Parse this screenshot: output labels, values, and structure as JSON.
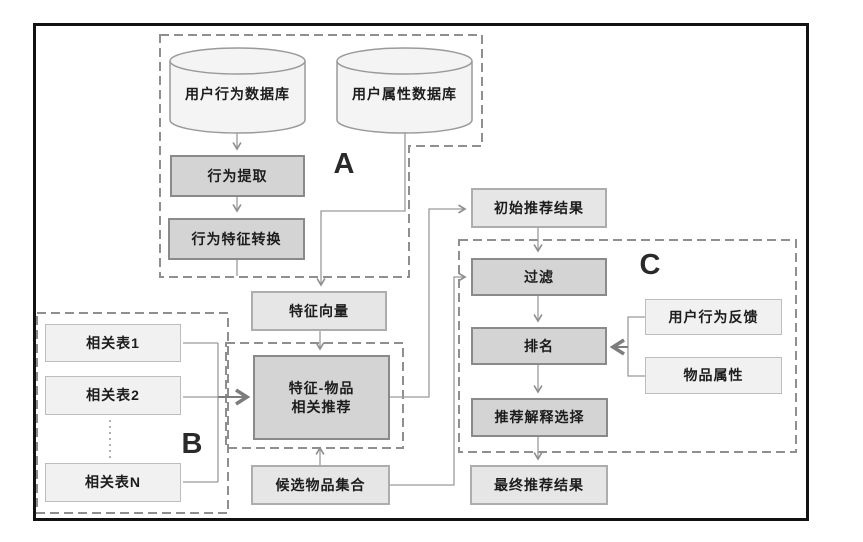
{
  "diagram": {
    "nodes": {
      "user_behavior_db": "用户行为数据库",
      "user_attr_db": "用户属性数据库",
      "behavior_extract": "行为提取",
      "behavior_feature_transform": "行为特征转换",
      "feature_vector": "特征向量",
      "feature_item_rec_line1": "特征-物品",
      "feature_item_rec_line2": "相关推荐",
      "candidate_items": "候选物品集合",
      "rel_table_1": "相关表1",
      "rel_table_2": "相关表2",
      "rel_table_n": "相关表N",
      "initial_results": "初始推荐结果",
      "filter": "过滤",
      "ranking": "排名",
      "explanation_select": "推荐解释选择",
      "final_results": "最终推荐结果",
      "user_feedback": "用户行为反馈",
      "item_attrs": "物品属性"
    },
    "group_labels": {
      "a": "A",
      "b": "B",
      "c": "C"
    },
    "edges": [
      "用户行为数据库→行为提取",
      "行为提取→行为特征转换",
      "行为特征转换→特征向量",
      "用户属性数据库→特征向量",
      "特征向量→特征-物品相关推荐",
      "相关表1/相关表2/相关表N→特征-物品相关推荐",
      "候选物品集合→特征-物品相关推荐",
      "特征-物品相关推荐→初始推荐结果",
      "初始推荐结果→过滤",
      "候选物品集合→过滤",
      "过滤→排名",
      "用户行为反馈→排名",
      "物品属性→排名",
      "排名→推荐解释选择",
      "推荐解释选择→最终推荐结果"
    ],
    "colors": {
      "frame": "#121212",
      "box_dark_fill": "#d4d4d4",
      "box_dark_border": "#8a8a8a",
      "box_mid_fill": "#e6e6e6",
      "box_light_fill": "#f1f1f1",
      "cylinder_fill": "#f4f4f4",
      "connector": "#9a9a9a",
      "dashed_border": "#8f8f8f",
      "text": "#1c1c1c"
    }
  }
}
